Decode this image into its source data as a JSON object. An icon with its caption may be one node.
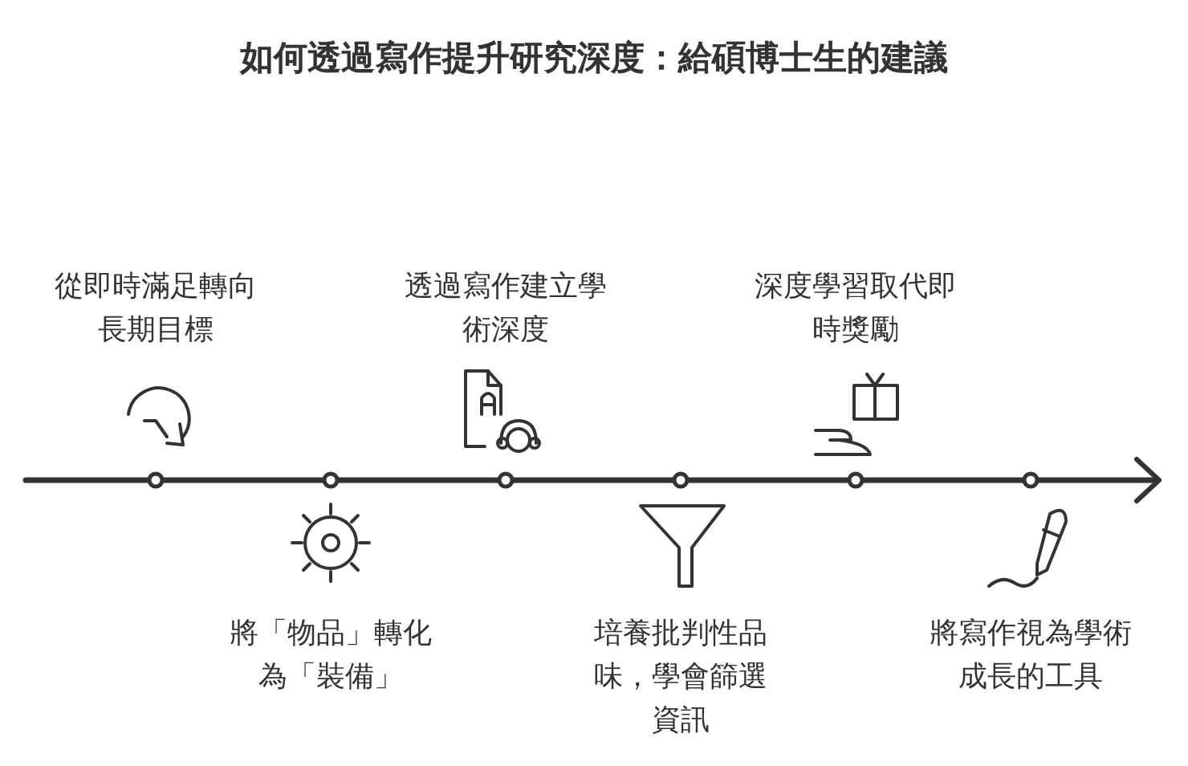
{
  "diagram": {
    "title": "如何透過寫作提升研究深度：給碩博士生的建議",
    "labels": [
      "從即時滿足轉向長期目標",
      "將「物品」轉化為「裝備」",
      "透過寫作建立學術深度",
      "培養批判性品味，學會篩選資訊",
      "深度學習取代即時獎勵",
      "將寫作視為學術成長的工具"
    ]
  }
}
